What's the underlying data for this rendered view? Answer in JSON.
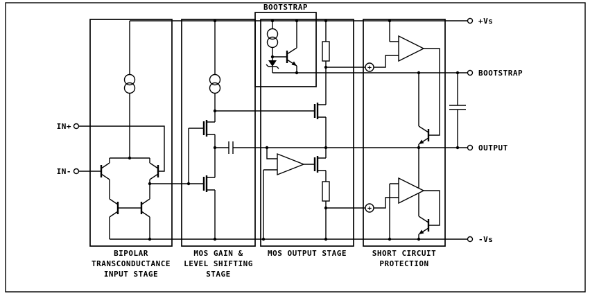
{
  "diagram": {
    "bootstrap_box_label": "BOOTSTRAP",
    "terminals": {
      "vs_plus": "+Vs",
      "bootstrap": "BOOTSTRAP",
      "output": "OUTPUT",
      "vs_minus": "-Vs",
      "in_plus": "IN+",
      "in_minus": "IN-"
    },
    "blocks": [
      {
        "id": "bipolar-input-stage",
        "lines": [
          "BIPOLAR",
          "TRANSCONDUCTANCE",
          "INPUT STAGE"
        ]
      },
      {
        "id": "mos-gain-stage",
        "lines": [
          "MOS GAIN &",
          "LEVEL SHIFTING",
          "STAGE"
        ]
      },
      {
        "id": "mos-output-stage",
        "lines": [
          "MOS OUTPUT STAGE"
        ]
      },
      {
        "id": "short-circuit-protection",
        "lines": [
          "SHORT CIRCUIT",
          "PROTECTION"
        ]
      }
    ],
    "comparator_plus": "+",
    "colors": {
      "line": "#000000",
      "background": "#ffffff"
    }
  }
}
